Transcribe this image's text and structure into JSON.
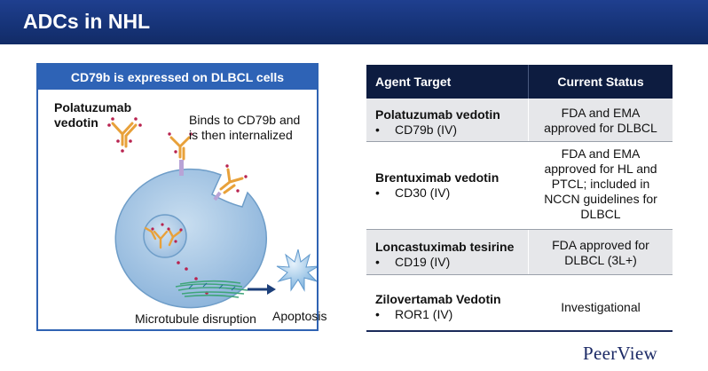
{
  "header": {
    "title": "ADCs in NHL"
  },
  "panel": {
    "title": "CD79b is expressed on DLBCL cells",
    "drug_label_line1": "Polatuzumab",
    "drug_label_line2": "vedotin",
    "binds_line1": "Binds to CD79b and",
    "binds_line2": "is then internalized",
    "apoptosis": "Apoptosis",
    "microtubule": "Microtubule disruption"
  },
  "table": {
    "headers": [
      "Agent Target",
      "Current Status"
    ],
    "rows": [
      {
        "agent": "Polatuzumab vedotin",
        "target": "CD79b (IV)",
        "status": [
          "FDA and EMA",
          "approved for DLBCL"
        ]
      },
      {
        "agent": "Brentuximab vedotin",
        "target": "CD30 (IV)",
        "status": [
          "FDA and EMA",
          "approved for HL and",
          "PTCL; included in",
          "NCCN guidelines for",
          "DLBCL"
        ]
      },
      {
        "agent": "Loncastuximab tesirine",
        "target": "CD19 (IV)",
        "status": [
          "FDA approved for",
          "DLBCL (3L+)"
        ]
      },
      {
        "agent": "Zilovertamab Vedotin",
        "target": "ROR1 (IV)",
        "status": [
          "Investigational"
        ]
      }
    ],
    "bullet": "•"
  },
  "logo": {
    "text": "PeerView"
  },
  "colors": {
    "header_bg": "#163377",
    "panel_border": "#2f63b3",
    "table_header_bg": "#0d1c40",
    "row_shade": "#e6e7ea",
    "cell_blue": "#a9c9e6",
    "antibody_orange": "#e8a13a",
    "payload_red": "#b8234f",
    "microtubule_green": "#3fa57a"
  }
}
